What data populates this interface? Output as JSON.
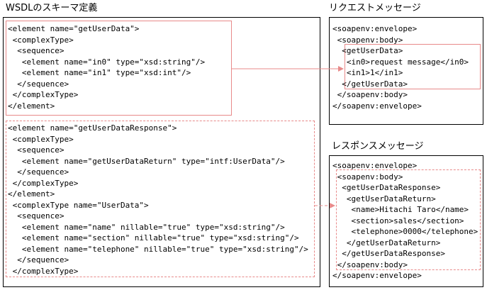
{
  "titles": {
    "wsdl": "WSDLのスキーマ定義",
    "request": "リクエストメッセージ",
    "response": "レスポンスメッセージ"
  },
  "wsdl_lines": [
    "<element name=\"getUserData\">",
    " <complexType>",
    "  <sequence>",
    "   <element name=\"in0\" type=\"xsd:string\"/>",
    "   <element name=\"in1\" type=\"xsd:int\"/>",
    "  </sequence>",
    " </complexType>",
    "</element>",
    "<element name=\"getUserDataResponse\">",
    " <complexType>",
    "  <sequence>",
    "   <element name=\"getUserDataReturn\" type=\"intf:UserData\"/>",
    "  </sequence>",
    " </complexType>",
    "</element>",
    " <complexType name=\"UserData\">",
    "  <sequence>",
    "   <element name=\"name\" nillable=\"true\" type=\"xsd:string\"/>",
    "   <element name=\"section\" nillable=\"true\" type=\"xsd:string\"/>",
    "   <element name=\"telephone\" nillable=\"true\" type=\"xsd:string\"/>",
    "  </sequence>",
    " </complexType>"
  ],
  "request_lines": [
    "<soapenv:envelope>",
    " <soapenv:body>",
    "  <getUserData>",
    "   <in0>request message</in0>",
    "   <in1>1</in1>",
    "  </getUserData>",
    " </soapenv:body>",
    "</soapenv:envelope>"
  ],
  "response_lines": [
    "<soapenv:envelope>",
    " <soapenv:body>",
    "  <getUserDataResponse>",
    "   <getUserDataReturn>",
    "    <name>Hitachi Taro</name>",
    "    <section>sales</section>",
    "    <telephone>0000</telephone>",
    "   </getUserDataReturn>",
    "  </getUserDataResponse>",
    " </soapenv:body>",
    "</soapenv:envelope>"
  ],
  "colors": {
    "highlight": "#e88a8a",
    "border": "#000000"
  }
}
